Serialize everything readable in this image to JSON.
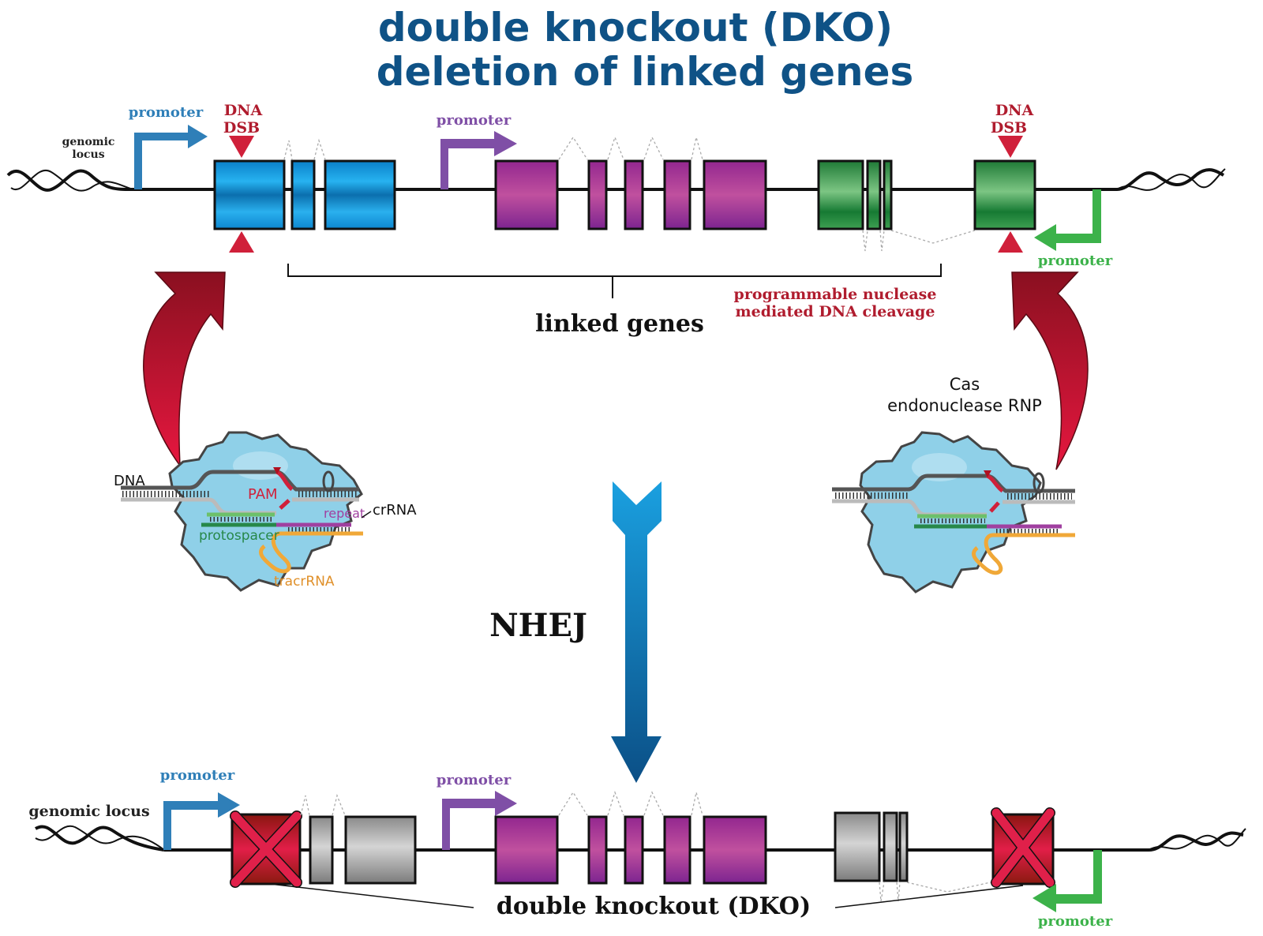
{
  "title": {
    "line1": "double knockout (DKO)",
    "line2": "deletion of linked genes"
  },
  "colors": {
    "title": "#0f5286",
    "blue_gene": "#1ea0e0",
    "purple_gene": "#a83aa3",
    "green_gene": "#2f9a45",
    "knockout_red": "#a01818",
    "grey_gene": "#a8a8a8",
    "dsb_red": "#d0203a",
    "promoter_blue": "#2f7fb8",
    "promoter_purple": "#7f4fa6",
    "promoter_green": "#3cb24a",
    "cas_protein": "#8fd0e8"
  },
  "top_locus": {
    "genomic_locus_label": "genomic\nlocus",
    "genomic_locus_line1": "genomic",
    "genomic_locus_line2": "locus",
    "promoter_left": "promoter",
    "promoter_middle": "promoter",
    "promoter_right": "promoter",
    "dsb_left_line1": "DNA",
    "dsb_left_line2": "DSB",
    "dsb_right_line1": "DNA",
    "dsb_right_line2": "DSB",
    "linked_genes_label": "linked genes",
    "cleavage_line1": "programmable nuclease",
    "cleavage_line2": "mediated DNA cleavage"
  },
  "left_rnp": {
    "dna_label": "DNA",
    "pam_label": "PAM",
    "repeat_label": "repeat",
    "crrna_label": "crRNA",
    "protospacer_label": "protospacer",
    "tracrrna_label": "tracrRNA"
  },
  "right_rnp": {
    "label_line1": "Cas",
    "label_line2": "endonuclease RNP"
  },
  "process": {
    "nhej_label": "NHEJ"
  },
  "bottom_locus": {
    "genomic_locus_label": "genomic locus",
    "promoter_left": "promoter",
    "promoter_middle": "promoter",
    "promoter_right": "promoter",
    "dko_label": "double knockout (DKO)"
  }
}
